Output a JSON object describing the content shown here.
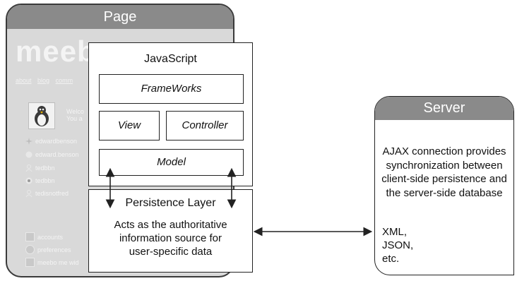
{
  "page": {
    "title": "Page",
    "logo": "meebo",
    "nav": [
      "about",
      "blog",
      "comm"
    ],
    "welcome_lines": [
      "Welco",
      "You a"
    ],
    "buddies": [
      "edwardbenson",
      "edward.benson",
      "tedbbn",
      "tedbbn",
      "tedisnotfred"
    ],
    "menu": [
      "accounts",
      "preferences",
      "meebo me wid"
    ]
  },
  "javascript": {
    "title": "JavaScript",
    "frameworks": "FrameWorks",
    "view": "View",
    "controller": "Controller",
    "model": "Model"
  },
  "persistence": {
    "title": "Persistence Layer",
    "lines": [
      "Acts as the authoritative",
      "information source for",
      "user-specific data"
    ]
  },
  "server": {
    "title": "Server",
    "lines": [
      "AJAX connection provides",
      "synchronization between",
      "client-side persistence and",
      "the server-side database"
    ],
    "formats": [
      "XML,",
      "JSON,",
      "etc."
    ]
  },
  "colors": {
    "header_gray": "#8a8a8a",
    "page_background": "#d9d9d9",
    "border": "#222222"
  },
  "icons": [
    "penguin-avatar-icon",
    "buddy-status-icon",
    "accounts-icon",
    "preferences-icon",
    "meebo-me-widget-icon"
  ]
}
